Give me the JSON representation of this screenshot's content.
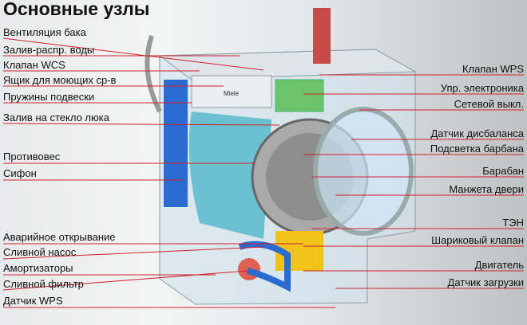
{
  "title": "Основные узлы",
  "left_labels": [
    "Вентиляция бака",
    "Залив-распр. воды",
    "Клапан WCS",
    "Ящик для моющих ср-в",
    "Пружины подвески",
    "Залив на стекло люка",
    "Противовес",
    "Сифон",
    "Аварийное открывание",
    "Сливной насос",
    "Амортизаторы",
    "Сливной фильтр",
    "Датчик WPS"
  ],
  "right_labels": [
    "Клапан WPS",
    "Упр. электроника",
    "Сетевой выкл.",
    "Датчик дисбаланса",
    "Подсветка барбана",
    "Барабан",
    "Манжета двери",
    "ТЭН",
    "Шариковый клапан",
    "Двигатель",
    "Датчик загрузки"
  ],
  "brand": "Miele",
  "colors": {
    "leader": "#d0202a",
    "tub": "#2a6bd0",
    "motor": "#f2c21a"
  }
}
